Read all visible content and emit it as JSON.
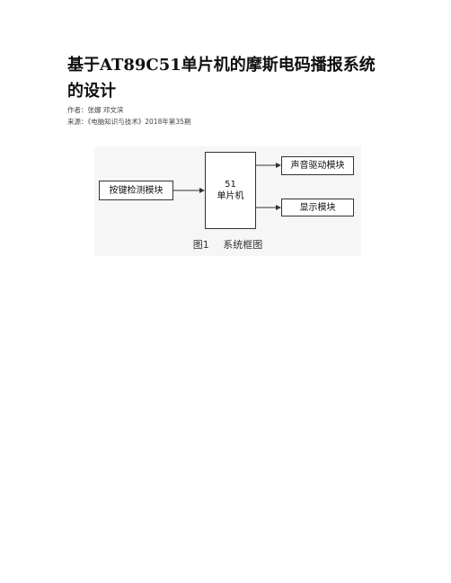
{
  "document": {
    "title": "基于AT89C51单片机的摩斯电码播报系统的设计",
    "author_line": "作者：张娜 邓文滨",
    "source_line": "来源：《电脑知识与技术》2018年第35期"
  },
  "figure": {
    "blocks": {
      "key_detect": "按键检测模块",
      "mcu_line1": "51",
      "mcu_line2": "单片机",
      "sound_drive": "声音驱动模块",
      "display": "显示模块"
    },
    "caption_number": "图1",
    "caption_text": "系统框图"
  }
}
